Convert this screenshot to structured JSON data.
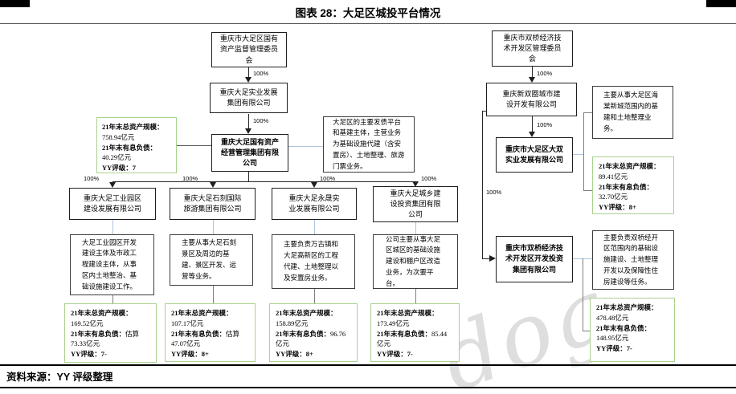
{
  "header": {
    "title": "图表 28：大足区城投平台情况"
  },
  "footer": {
    "source": "资料来源：YY 评级整理"
  },
  "watermark": "dog",
  "edge_label": "100%",
  "colors": {
    "stat_border": "#a9d18e",
    "blue_connector": "#aec3de",
    "line": "#262626"
  },
  "stat_labels": {
    "assets": "21年末总资产规模：",
    "debt": "21年末有息负债：",
    "rating": "YY评级："
  },
  "left": {
    "root": "重庆市大足区国有资产监督管理委员会",
    "holding": "重庆大足实业发展集团有限公司",
    "core": "重庆大足国有资产经营管理集团有限公司",
    "core_desc": "大足区的主要发债平台和基建主体，主营业务为基础设施代建（含安置房）、土地整理、旅游门票业务。",
    "core_stats": {
      "assets": "758.94亿元",
      "debt": "40.29亿元",
      "rating": "7"
    },
    "subs": [
      {
        "name": "重庆大足工业园区建设发展有限公司",
        "desc": "大足工业园区开发建设主体及市政工程建设主体，从事区内土地整治、基础设施建设工作。",
        "stats": {
          "assets": "169.52亿元",
          "debt": "估算73.33亿元",
          "rating": "7-"
        }
      },
      {
        "name": "重庆大足石刻国际旅游集团有限公司",
        "desc": "主要从事大足石刻景区及周边的基建、景区开发、运营等业务。",
        "stats": {
          "assets": "107.17亿元",
          "debt": "估算47.07亿元",
          "rating": "8+"
        }
      },
      {
        "name": "重庆大足永晟实业发展有限公司",
        "desc": "主要负责万古镇和大足高新区的工程代建、土地整理以及安置房业务。",
        "stats": {
          "assets": "158.89亿元",
          "debt": "96.76亿元",
          "rating": "8+"
        }
      },
      {
        "name": "重庆大足城乡建设投资集团有限公司",
        "desc": "公司主要从事大足区城区的基础设施建设和棚户区改造业务，为次要平台。",
        "stats": {
          "assets": "173.49亿元",
          "debt": "85.44亿元",
          "rating": "7-"
        }
      }
    ]
  },
  "right": {
    "root": "重庆市双桥经济技术开发区管理委员会",
    "holding": "重庆新双圈城市建设开发有限公司",
    "sub1": {
      "name": "重庆市大足区大双实业发展有限公司",
      "desc": "主要从事大足区海棠新城范围内的基建和土地整理业务。",
      "stats": {
        "assets": "89.41亿元",
        "debt": "32.70亿元",
        "rating": "8+"
      }
    },
    "sub2": {
      "name": "重庆市双桥经济技术开发区开发投资集团有限公司",
      "desc": "主要负责双桥经开区范围内的基础设施建设、土地整理开发以及保障性住房建设等任务。",
      "stats": {
        "assets": "478.48亿元",
        "debt": "148.95亿元",
        "rating": "7-"
      }
    }
  }
}
